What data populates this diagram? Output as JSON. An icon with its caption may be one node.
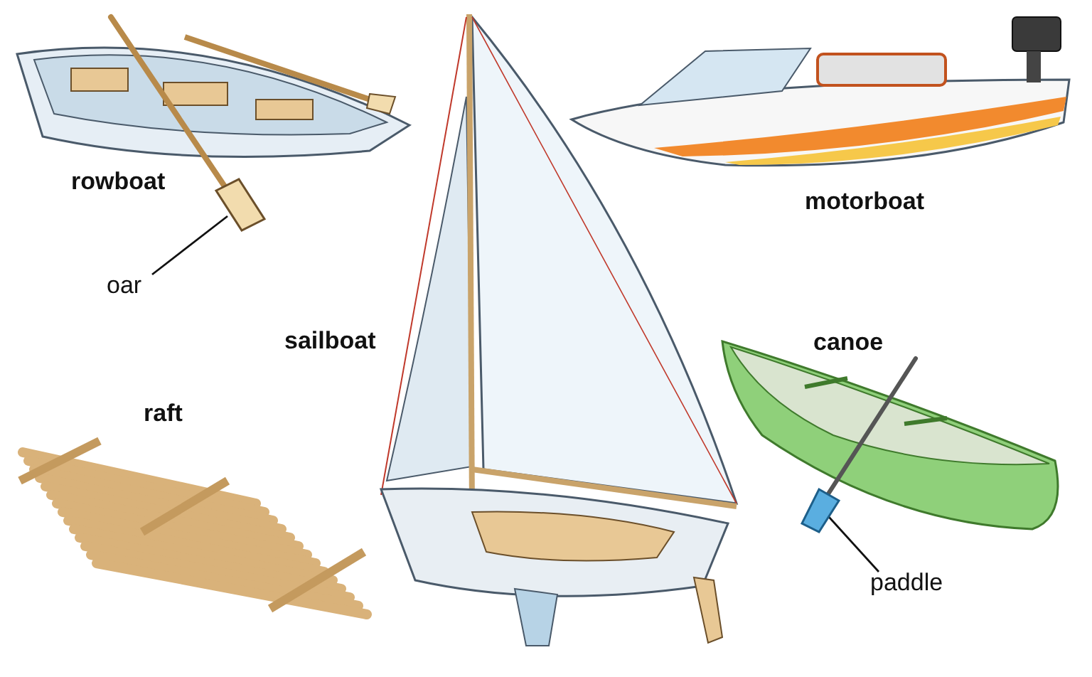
{
  "diagram": {
    "nodes": [
      {
        "text": [
          "oar"
        ]
      },
      {
        "text": [],
        "shape": "picture"
      },
      {
        "text": [
          "paddle"
        ]
      },
      {
        "text": [],
        "shape": "picture"
      }
    ],
    "edges": [
      {
        "from": 0,
        "to": 1,
        "arrow": "none"
      },
      {
        "from": 2,
        "to": 3,
        "arrow": "none"
      }
    ],
    "labels": [
      "rowboat",
      "motorboat",
      "sailboat",
      "canoe",
      "raft"
    ]
  }
}
